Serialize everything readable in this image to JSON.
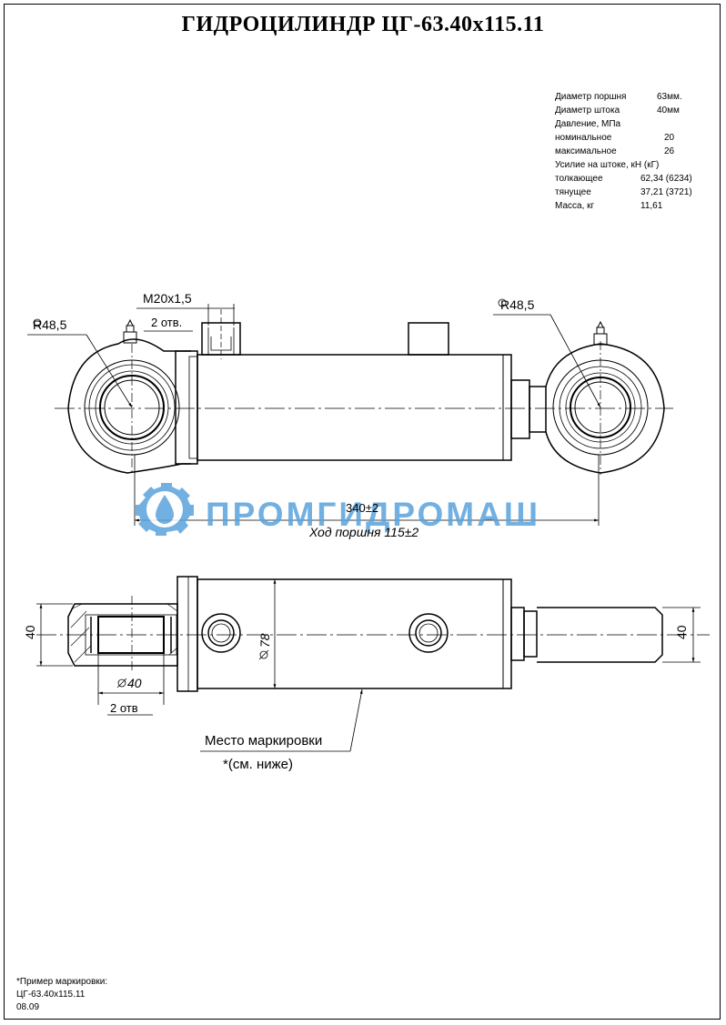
{
  "title": "ГИДРОЦИЛИНДР ЦГ-63.40х115.11",
  "specs": [
    {
      "label": "Диаметр поршня",
      "value": "63мм."
    },
    {
      "label": "Диаметр штока",
      "value": "40мм"
    },
    {
      "label": "Давление, МПа",
      "value": ""
    },
    {
      "label": "номинальное",
      "value": "20"
    },
    {
      "label": "максимальное",
      "value": "26"
    },
    {
      "label": "Усилие на штоке, кН (кГ)",
      "value": ""
    },
    {
      "label": "толкающее",
      "value": "62,34 (6234)"
    },
    {
      "label": "тянущее",
      "value": "37,21 (3721)"
    },
    {
      "label": "Масса, кг",
      "value": "11,61"
    }
  ],
  "dimensions": {
    "left_radius": "R48,5",
    "right_radius": "R48,5",
    "port_thread": "M20x1,5",
    "port_count": "2 отв.",
    "overall_length": "340±2",
    "stroke": "Ход поршня 115±2",
    "eye_width_left": "40",
    "eye_width_right": "40",
    "barrel_diameter": "78",
    "pin_diameter": "40",
    "pin_count": "2 отв"
  },
  "watermark": "ПРОМГИДРОМАШ",
  "marking": {
    "label": "Место маркировки",
    "note": "*(см. ниже)"
  },
  "footer": {
    "line1": "*Пример маркировки:",
    "line2": "ЦГ-63.40х115.11",
    "line3": "08.09"
  },
  "colors": {
    "watermark": "#5aa3dc",
    "lines": "#000000"
  }
}
